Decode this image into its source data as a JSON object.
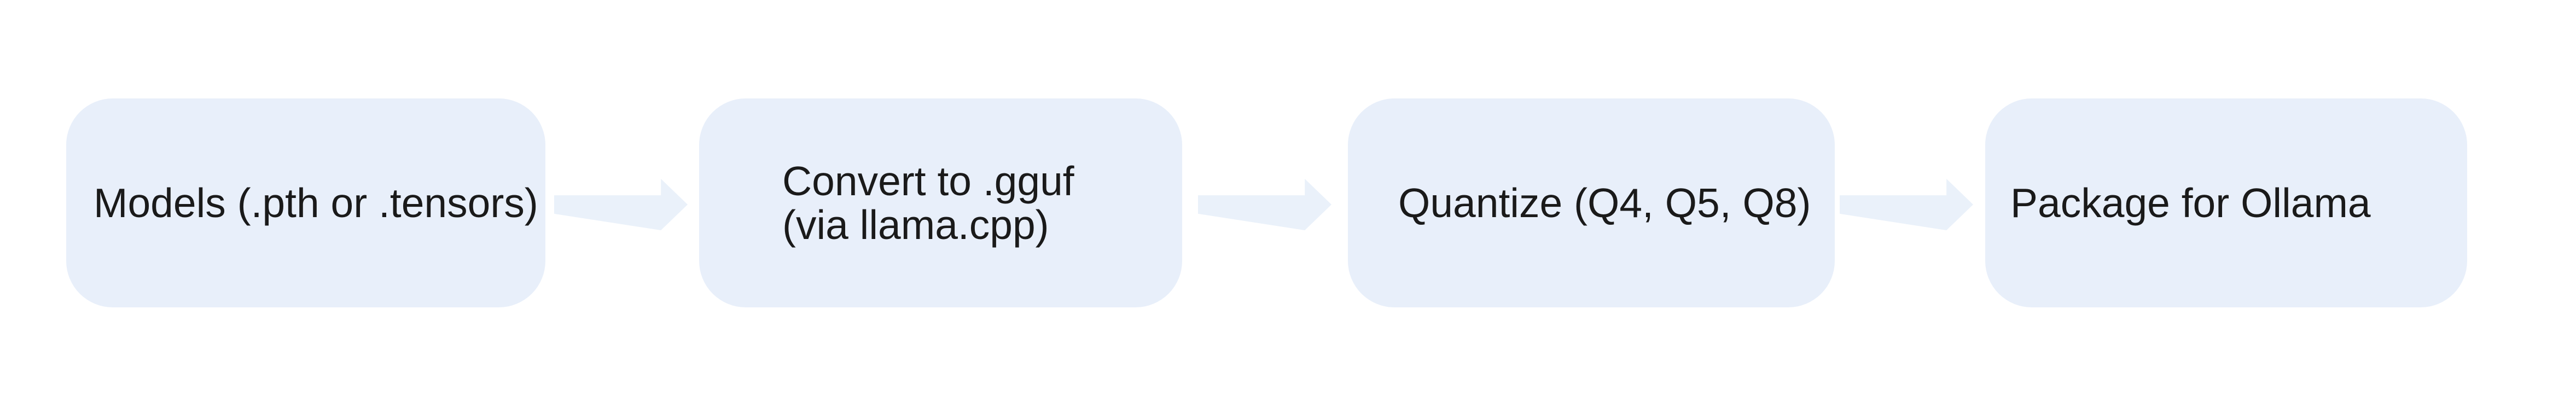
{
  "diagram": {
    "type": "flowchart",
    "direction": "left-to-right",
    "background_color": "#ffffff",
    "node_fill_color": "#e8effa",
    "arrow_fill_color": "#eaf1fa",
    "text_color": "#1a1a1a",
    "nodes": [
      {
        "label": "Models (.pth or .tensors)"
      },
      {
        "label": "Convert to .gguf\n(via llama.cpp)"
      },
      {
        "label": "Quantize (Q4, Q5, Q8)"
      },
      {
        "label": "Package for Ollama"
      }
    ],
    "connectors": [
      {
        "from": "Models (.pth or .tensors)",
        "to": "Convert to .gguf (via llama.cpp)",
        "icon": "arrow-right"
      },
      {
        "from": "Convert to .gguf (via llama.cpp)",
        "to": "Quantize (Q4, Q5, Q8)",
        "icon": "arrow-right"
      },
      {
        "from": "Quantize (Q4, Q5, Q8)",
        "to": "Package for Ollama",
        "icon": "arrow-right"
      }
    ]
  }
}
